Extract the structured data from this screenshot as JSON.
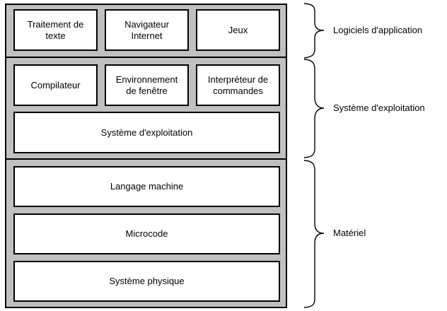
{
  "layers": {
    "applications": {
      "boxes": [
        "Traitement de\ntexte",
        "Navigateur\nInternet",
        "Jeux"
      ]
    },
    "system": {
      "boxes": [
        "Compilateur",
        "Environnement\nde fenêtre",
        "Interpréteur de\ncommandes"
      ],
      "os_box": "Système d'exploitation"
    },
    "hardware": {
      "boxes": [
        "Langage machine",
        "Microcode",
        "Système physique"
      ]
    }
  },
  "braces": {
    "applications": "Logiciels d'application",
    "system": "Système d'exploitation",
    "hardware": "Matériel"
  }
}
